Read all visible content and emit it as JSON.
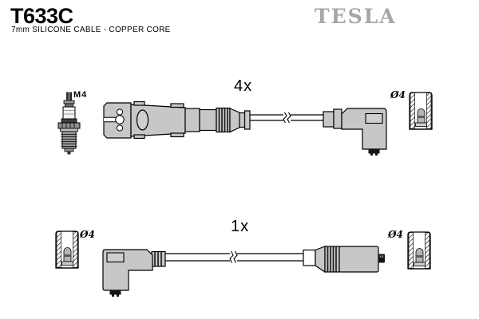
{
  "page": {
    "part_number": "T633C",
    "subtitle": "7mm SILICONE CABLE - COPPER CORE",
    "brand_logo": "TESLA"
  },
  "colors": {
    "boot_gray": "#c6c7c6",
    "logo_gray": "#a7a7a7",
    "outline": "#000000",
    "dark_connector": "#151515"
  },
  "top_assembly": {
    "quantity": "4x",
    "plug_thread_label": "M4",
    "terminal_diameter_label": "Ø4",
    "icons": [
      "spark-plug-icon",
      "distributor-connector-icon",
      "cable-with-break-icon",
      "angle-boot-icon",
      "terminal-cross-section-icon"
    ]
  },
  "bottom_assembly": {
    "quantity": "1x",
    "terminal_diameter_label_left": "Ø4",
    "terminal_diameter_label_right": "Ø4",
    "icons": [
      "terminal-cross-section-icon",
      "angle-boot-icon",
      "cable-with-break-icon",
      "straight-boot-icon",
      "terminal-cross-section-icon"
    ]
  }
}
